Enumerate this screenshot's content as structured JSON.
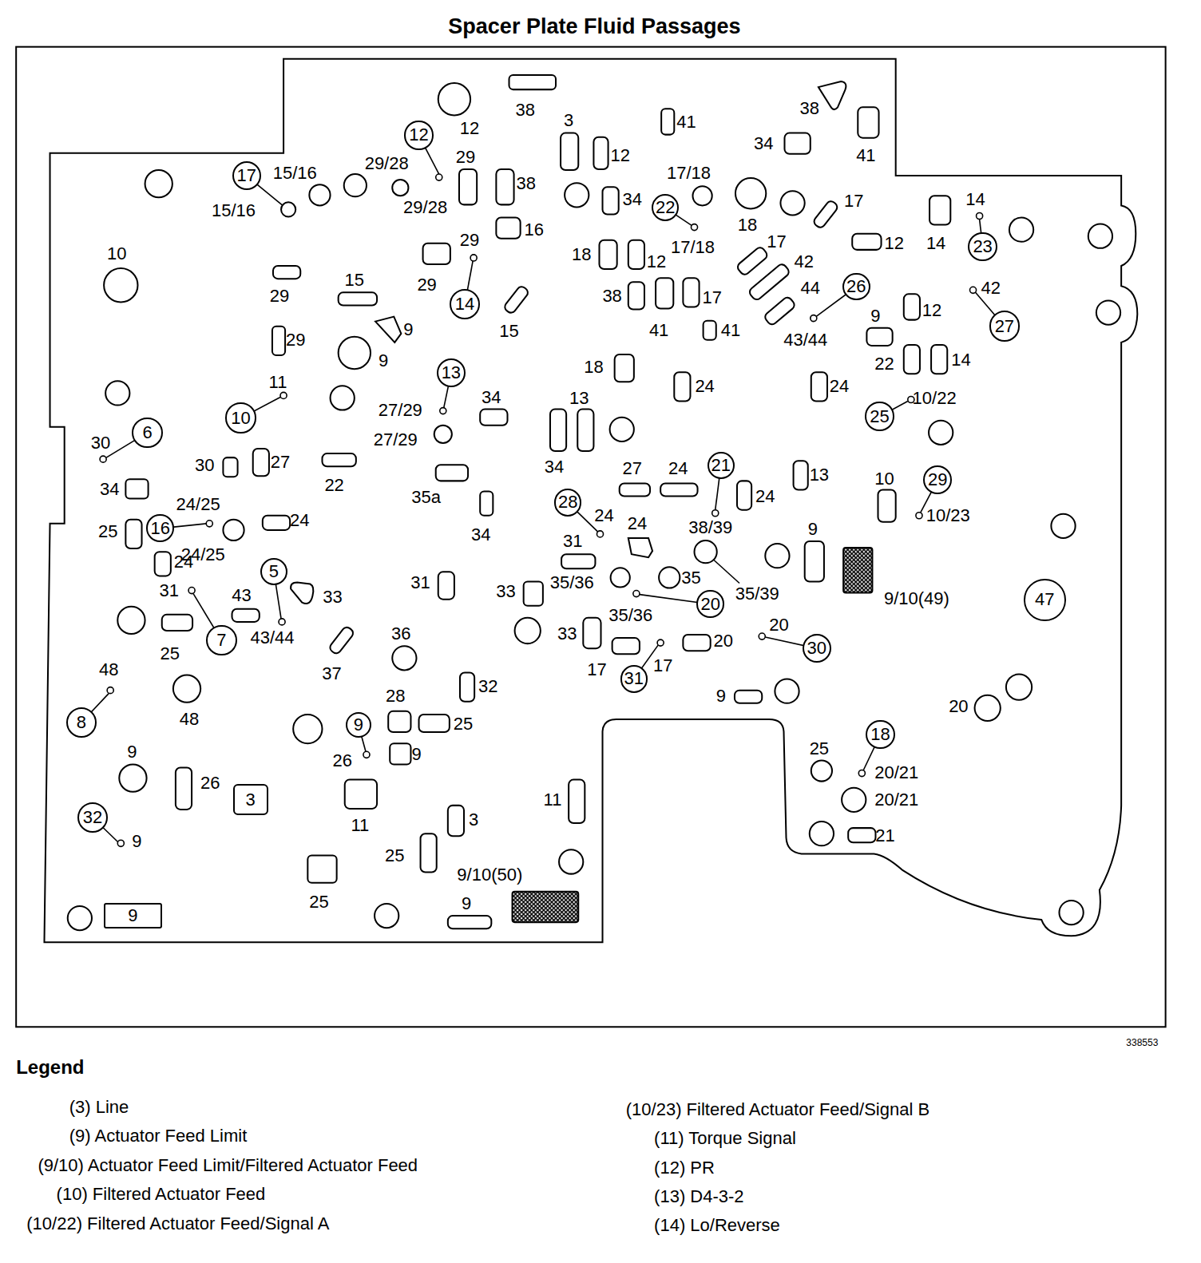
{
  "diagram": {
    "title": "Spacer Plate Fluid Passages",
    "nodes": [
      {
        "text": [
          "12"
        ]
      },
      {
        "text": [
          "17"
        ]
      },
      {
        "text": [
          "22"
        ]
      },
      {
        "text": [
          "23"
        ]
      },
      {
        "text": [
          "26"
        ]
      },
      {
        "text": [
          "14"
        ]
      },
      {
        "text": [
          "27"
        ]
      },
      {
        "text": [
          "13"
        ]
      },
      {
        "text": [
          "25"
        ]
      },
      {
        "text": [
          "10"
        ]
      },
      {
        "text": [
          "6"
        ]
      },
      {
        "text": [
          "21"
        ]
      },
      {
        "text": [
          "29"
        ]
      },
      {
        "text": [
          "28"
        ]
      },
      {
        "text": [
          "16"
        ]
      },
      {
        "text": [
          "5"
        ]
      },
      {
        "text": [
          "47"
        ]
      },
      {
        "text": [
          "20"
        ]
      },
      {
        "text": [
          "7"
        ]
      },
      {
        "text": [
          "30"
        ]
      },
      {
        "text": [
          "31"
        ]
      },
      {
        "text": [
          "8"
        ]
      },
      {
        "text": [
          "9"
        ]
      },
      {
        "text": [
          "18"
        ]
      },
      {
        "text": [
          "3"
        ]
      },
      {
        "text": [
          "32"
        ]
      },
      {
        "text": [
          "9"
        ]
      }
    ],
    "labels": [
      "12",
      "38",
      "3",
      "12",
      "41",
      "38",
      "41",
      "34",
      "29/28",
      "29/28",
      "15/16",
      "15/16",
      "29",
      "38",
      "16",
      "34",
      "17/18",
      "17/18",
      "18",
      "17",
      "14",
      "14",
      "12",
      "10",
      "29",
      "15",
      "29",
      "29",
      "15",
      "18",
      "12",
      "17",
      "42",
      "44",
      "43/44",
      "42",
      "38",
      "41",
      "17",
      "41",
      "12",
      "9",
      "22",
      "14",
      "29",
      "9",
      "9",
      "11",
      "27/29",
      "27/29",
      "34",
      "18",
      "24",
      "24",
      "10/22",
      "13",
      "34",
      "30",
      "30",
      "27",
      "22",
      "35a",
      "34",
      "34",
      "27",
      "24",
      "38/39",
      "24",
      "13",
      "10",
      "10/23",
      "24/25",
      "25",
      "24/25",
      "24",
      "24",
      "24",
      "24",
      "31",
      "35/39",
      "9",
      "9/10(49)",
      "31",
      "43/44",
      "43",
      "33",
      "31",
      "33",
      "35/36",
      "35",
      "25",
      "37",
      "36",
      "35/36",
      "33",
      "17",
      "17",
      "20",
      "20",
      "48",
      "48",
      "32",
      "28",
      "25",
      "26",
      "9",
      "9",
      "20",
      "9",
      "26",
      "11",
      "11",
      "3",
      "9",
      "25",
      "25",
      "9/10(50)",
      "9",
      "25",
      "20/21",
      "20/21",
      "21",
      "338553",
      "Legend"
    ],
    "legend": [
      {
        "text": "(3) Line"
      },
      {
        "text": "(9) Actuator Feed Limit"
      },
      {
        "text": "(9/10) Actuator Feed Limit/Filtered Actuator Feed"
      },
      {
        "text": "(10) Filtered Actuator Feed"
      },
      {
        "text": "(10/22) Filtered Actuator Feed/Signal A"
      },
      {
        "text": "(10/23) Filtered Actuator Feed/Signal B"
      },
      {
        "text": "(11) Torque Signal"
      },
      {
        "text": "(12) PR"
      },
      {
        "text": "(13) D4-3-2"
      },
      {
        "text": "(14) Lo/Reverse"
      }
    ]
  }
}
